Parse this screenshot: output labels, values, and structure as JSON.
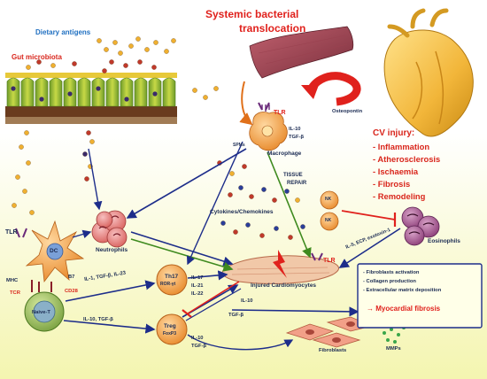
{
  "labels": {
    "dietary_antigens": "Dietary antigens",
    "gut_microbiota": "Gut microbiota",
    "systemic_title_1": "Systemic bacterial",
    "systemic_title_2": "translocation",
    "osteopontin": "Osteopontin",
    "tlr": "TLR",
    "il10": "IL-10",
    "tgfb": "TGF-β",
    "spms": "SPMs",
    "macrophage": "Macrophage",
    "tissue_repair_1": "TISSUE",
    "tissue_repair_2": "REPAIR",
    "cytokines": "Cytokines/Chemokines",
    "neutrophils": "Neutrophils",
    "nk": "NK",
    "eosinophils": "Eosinophils",
    "il5_ecp": "IL-5, ECP, exotoxin-1",
    "injured_cardio": "Injured Cardiomyocytes",
    "dc": "DC",
    "mhc": "MHC",
    "b7": "B7",
    "tcr": "TCR",
    "cd28": "CD28",
    "naive_t": "Naive-T",
    "il1_tgfb_il23": "IL-1, TGF-β, IL-23",
    "il10_tgfb": "IL-10, TGF-β",
    "th17": "Th17",
    "ror": "ROR-γt",
    "il17": "IL-17",
    "il21": "IL-21",
    "il22": "IL-22",
    "treg": "Treg",
    "foxp3": "FoxP3",
    "fibroblasts": "Fibroblasts",
    "mmps": "MMPs"
  },
  "cv_injury": {
    "heading": "CV injury:",
    "items": [
      "-   Inflammation",
      "-   Atherosclerosis",
      "-   Ischaemia",
      "-   Fibrosis",
      "-   Remodeling"
    ]
  },
  "fibrosis_box": {
    "items": [
      "- Fibroblasts activation",
      "- Collagen production",
      "- Extracellular matrix deposition"
    ],
    "result": "→ Myocardial fibrosis"
  },
  "colors": {
    "title_red": "#e0211c",
    "pathway_blue": "#1d2d8a",
    "repair_green": "#3e8a1e",
    "text_navy": "#1b2b53"
  }
}
